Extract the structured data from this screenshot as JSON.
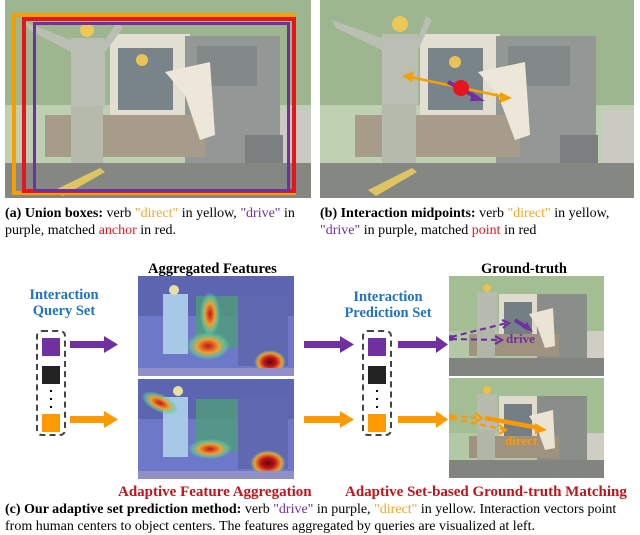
{
  "panel_a": {
    "caption_label": "(a) Union boxes:",
    "caption_parts": [
      " verb ",
      "\"direct\"",
      " in yellow, ",
      "\"drive\"",
      " in purple, matched ",
      "anchor",
      " in red."
    ],
    "boxes": [
      {
        "name": "direct",
        "color": "#f5a000"
      },
      {
        "name": "anchor",
        "color": "#e8141c"
      },
      {
        "name": "drive",
        "color": "#7030a0"
      }
    ]
  },
  "panel_b": {
    "caption_label": "(b) Interaction midpoints:",
    "caption_parts": [
      " verb ",
      "\"direct\"",
      " in yellow, ",
      "\"drive\"",
      " in purple, matched ",
      "point",
      " in red"
    ]
  },
  "panel_c": {
    "query_set_label_line1": "Interaction",
    "query_set_label_line2": "Query Set",
    "aggregated_header": "Aggregated Features",
    "prediction_set_label_line1": "Interaction",
    "prediction_set_label_line2": "Prediction Set",
    "ground_truth_header": "Ground-truth",
    "gt_verb_drive": "drive",
    "gt_verb_direct": "direct",
    "red_label_left": "Adaptive Feature Aggregation",
    "red_label_right": "Adaptive Set-based Ground-truth Matching",
    "caption_label": "(c) Our adaptive set prediction method:",
    "caption_parts": [
      " verb ",
      "\"drive\"",
      " in purple, ",
      "\"direct\"",
      " in yellow. Interaction vectors point from human centers to object centers. The features aggregated by queries are visualized at left."
    ]
  },
  "colors": {
    "purple": "#7030a0",
    "orange": "#ff9900",
    "yellow_text": "#f5a623",
    "purple_text": "#7030a0",
    "red_text": "#e8141c",
    "blue_label": "#1f73c4",
    "dark_red_label": "#c0141b",
    "black_square": "#222222"
  }
}
